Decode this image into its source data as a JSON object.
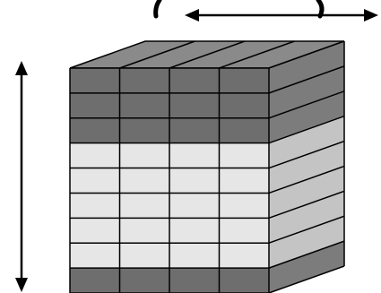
{
  "figure": {
    "cube": {
      "columns": 4,
      "layers": [
        "dark",
        "dark",
        "dark",
        "light",
        "light",
        "light",
        "light",
        "light",
        "dark"
      ],
      "colors": {
        "dark_front": "#6e6e6e",
        "dark_side": "#7c7c7c",
        "dark_top": "#8a8a8a",
        "light_front": "#e6e6e6",
        "light_side": "#c4c4c4",
        "outline": "#000000"
      }
    },
    "arrows": [
      {
        "name": "horizontal-double-arrow",
        "orientation": "horizontal"
      },
      {
        "name": "vertical-double-arrow",
        "orientation": "vertical"
      }
    ],
    "cropped_top_text": {
      "visible": true
    }
  }
}
